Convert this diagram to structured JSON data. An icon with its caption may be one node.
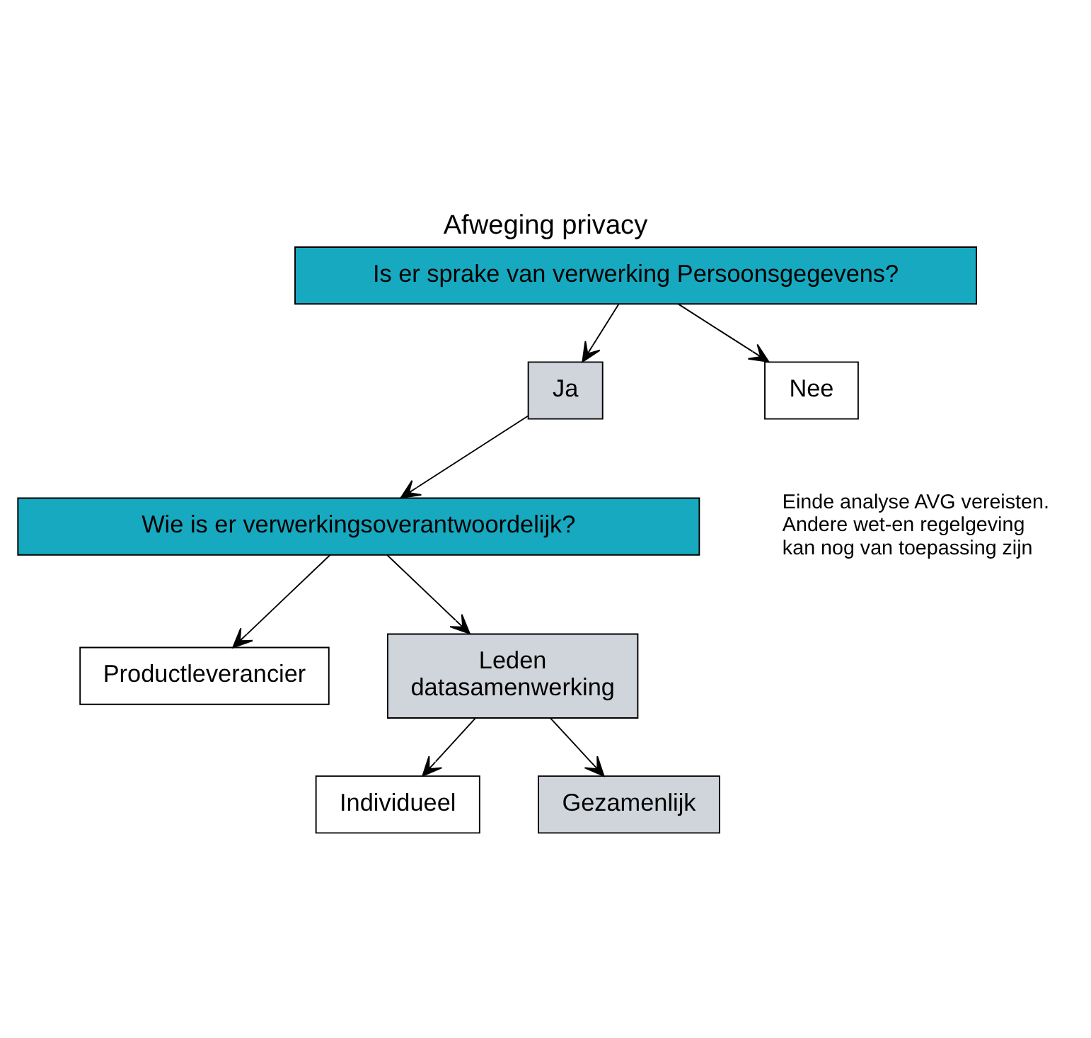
{
  "diagram": {
    "title": "Afweging privacy",
    "nodes": [
      {
        "text": [
          "Is er sprake van verwerking Persoonsgegevens?"
        ]
      },
      {
        "text": [
          "Ja"
        ]
      },
      {
        "text": [
          "Nee"
        ],
        "beside": [
          "Einde analyse AVG vereisten. Andere wet-en regelgeving kan nog van toepassing zijn"
        ]
      },
      {
        "text": [
          "Wie is er verwerkingsoverantwoordelijk?"
        ]
      },
      {
        "text": [
          "Productleverancier"
        ]
      },
      {
        "text": [
          "Leden datasamenwerking"
        ]
      },
      {
        "text": [
          "Individueel"
        ]
      },
      {
        "text": [
          "Gezamenlijk"
        ]
      }
    ],
    "edges": [
      {
        "from": 0,
        "to": 1,
        "arrow": "to"
      },
      {
        "from": 0,
        "to": 2,
        "arrow": "to"
      },
      {
        "from": 1,
        "to": 3,
        "arrow": "to"
      },
      {
        "from": 3,
        "to": 4,
        "arrow": "to"
      },
      {
        "from": 3,
        "to": 5,
        "arrow": "to"
      },
      {
        "from": 5,
        "to": 6,
        "arrow": "to"
      },
      {
        "from": 5,
        "to": 7,
        "arrow": "to"
      }
    ]
  }
}
